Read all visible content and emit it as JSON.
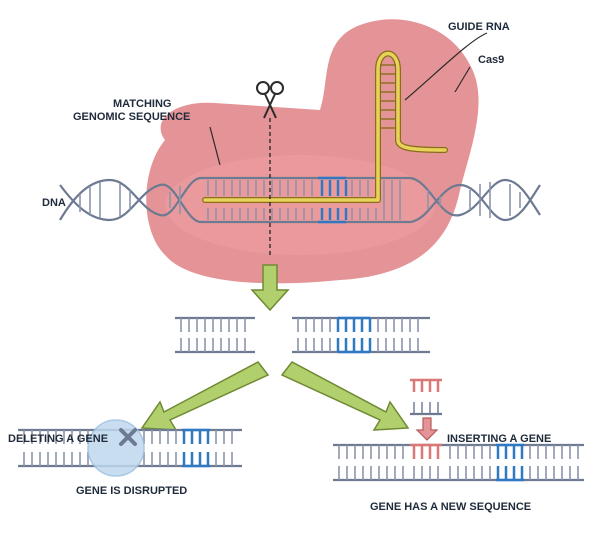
{
  "labels": {
    "guide_rna": "GUIDE RNA",
    "cas9": "Cas9",
    "matching_line1": "MATCHING",
    "matching_line2": "GENOMIC SEQUENCE",
    "dna": "DNA",
    "deleting": "DELETING A GENE",
    "inserting": "INSERTING A GENE",
    "disrupted": "GENE IS DISRUPTED",
    "new_sequence": "GENE HAS A NEW SEQUENCE"
  },
  "colors": {
    "cas9_fill": "#e49496",
    "cas9_inner": "#ef9fa0",
    "dna_strand": "#6e7a92",
    "dna_rung": "#8a94aa",
    "highlight_blue": "#2f78c4",
    "guide_rna": "#e7d35a",
    "arrow_fill": "#b2cf6e",
    "arrow_stroke": "#6f8a32",
    "insert_red": "#d97876",
    "disrupt_circle": "#bfd8ee",
    "text": "#1f2a3a"
  },
  "icons": {
    "scissors": "scissors-icon",
    "delete_mark": "close-icon"
  }
}
